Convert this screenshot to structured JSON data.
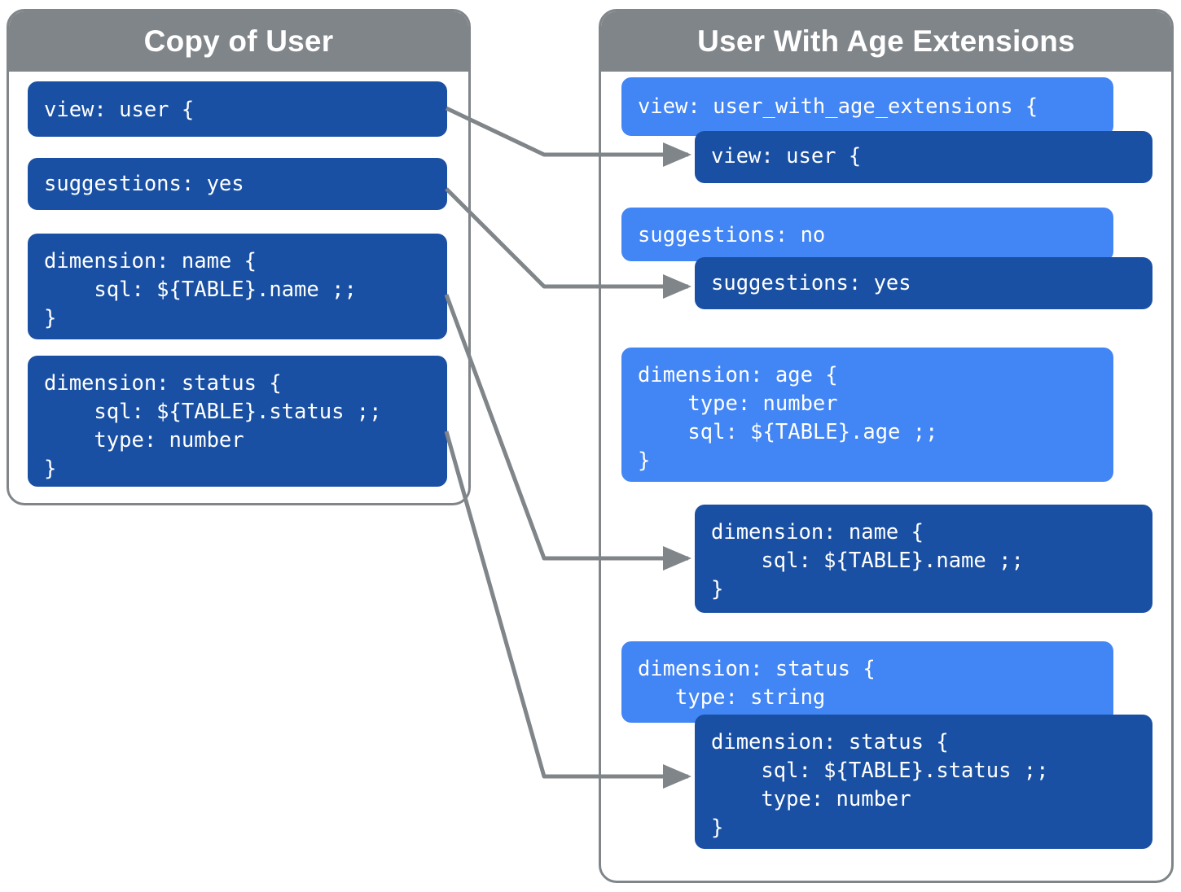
{
  "diagram": {
    "title_left": "Copy of User",
    "title_right": "User With Age Extensions",
    "colors": {
      "panel_border": "#808589",
      "panel_header": "#808589",
      "code_dark": "#1a50a3",
      "code_light": "#4285f4",
      "connector": "#808589",
      "background": "#ffffff",
      "text": "#ffffff"
    }
  },
  "left_panel": {
    "header": "Copy of User",
    "blocks": [
      {
        "id": "view",
        "tone": "dark",
        "code": "view: user {"
      },
      {
        "id": "suggestions",
        "tone": "dark",
        "code": "suggestions: yes"
      },
      {
        "id": "dim_name",
        "tone": "dark",
        "code": "dimension: name {\n    sql: ${TABLE}.name ;;\n}"
      },
      {
        "id": "dim_status",
        "tone": "dark",
        "code": "dimension: status {\n    sql: ${TABLE}.status ;;\n    type: number\n}"
      }
    ]
  },
  "right_panel": {
    "header": "User With Age Extensions",
    "blocks": [
      {
        "id": "view_ext",
        "tone": "light",
        "code": "view: user_with_age_extensions {"
      },
      {
        "id": "view_user",
        "tone": "dark",
        "code": "view: user {"
      },
      {
        "id": "sugg_no",
        "tone": "light",
        "code": "suggestions: no"
      },
      {
        "id": "sugg_yes",
        "tone": "dark",
        "code": "suggestions: yes"
      },
      {
        "id": "dim_age",
        "tone": "light",
        "code": "dimension: age {\n    type: number\n    sql: ${TABLE}.age ;;\n}"
      },
      {
        "id": "dim_name",
        "tone": "dark",
        "code": "dimension: name {\n    sql: ${TABLE}.name ;;\n}"
      },
      {
        "id": "dim_status_l",
        "tone": "light",
        "code": "dimension: status {\n   type: string"
      },
      {
        "id": "dim_status_d",
        "tone": "dark",
        "code": "dimension: status {\n    sql: ${TABLE}.status ;;\n    type: number\n}"
      }
    ]
  },
  "connectors": [
    {
      "id": "view-to-view",
      "from": "left.view",
      "to": "right.view_user"
    },
    {
      "id": "suggestions-to-suggestions",
      "from": "left.suggestions",
      "to": "right.sugg_yes"
    },
    {
      "id": "dim-name-to-dim-name",
      "from": "left.dim_name",
      "to": "right.dim_name"
    },
    {
      "id": "dim-status-to-dim-status",
      "from": "left.dim_status",
      "to": "right.dim_status_d"
    }
  ]
}
